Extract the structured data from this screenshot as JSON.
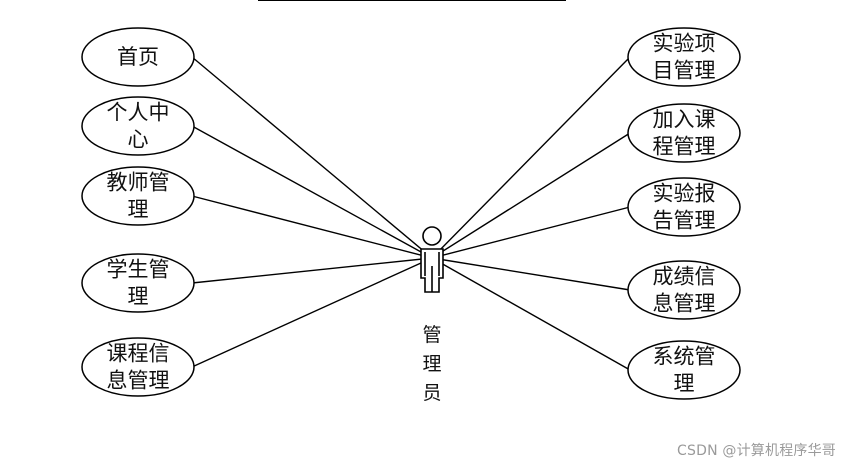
{
  "actor": {
    "name_chars": [
      "管",
      "理",
      "员"
    ]
  },
  "use_cases_left": [
    {
      "lines": [
        "首页"
      ]
    },
    {
      "lines": [
        "个人中",
        "心"
      ]
    },
    {
      "lines": [
        "教师管",
        "理"
      ]
    },
    {
      "lines": [
        "学生管",
        "理"
      ]
    },
    {
      "lines": [
        "课程信",
        "息管理"
      ]
    }
  ],
  "use_cases_right": [
    {
      "lines": [
        "实验项",
        "目管理"
      ]
    },
    {
      "lines": [
        "加入课",
        "程管理"
      ]
    },
    {
      "lines": [
        "实验报",
        "告管理"
      ]
    },
    {
      "lines": [
        "成绩信",
        "息管理"
      ]
    },
    {
      "lines": [
        "系统管",
        "理"
      ]
    }
  ],
  "watermark": "CSDN @计算机程序华哥",
  "colors": {
    "stroke": "#000000",
    "text": "#111111",
    "watermark": "#9a9a9a"
  }
}
